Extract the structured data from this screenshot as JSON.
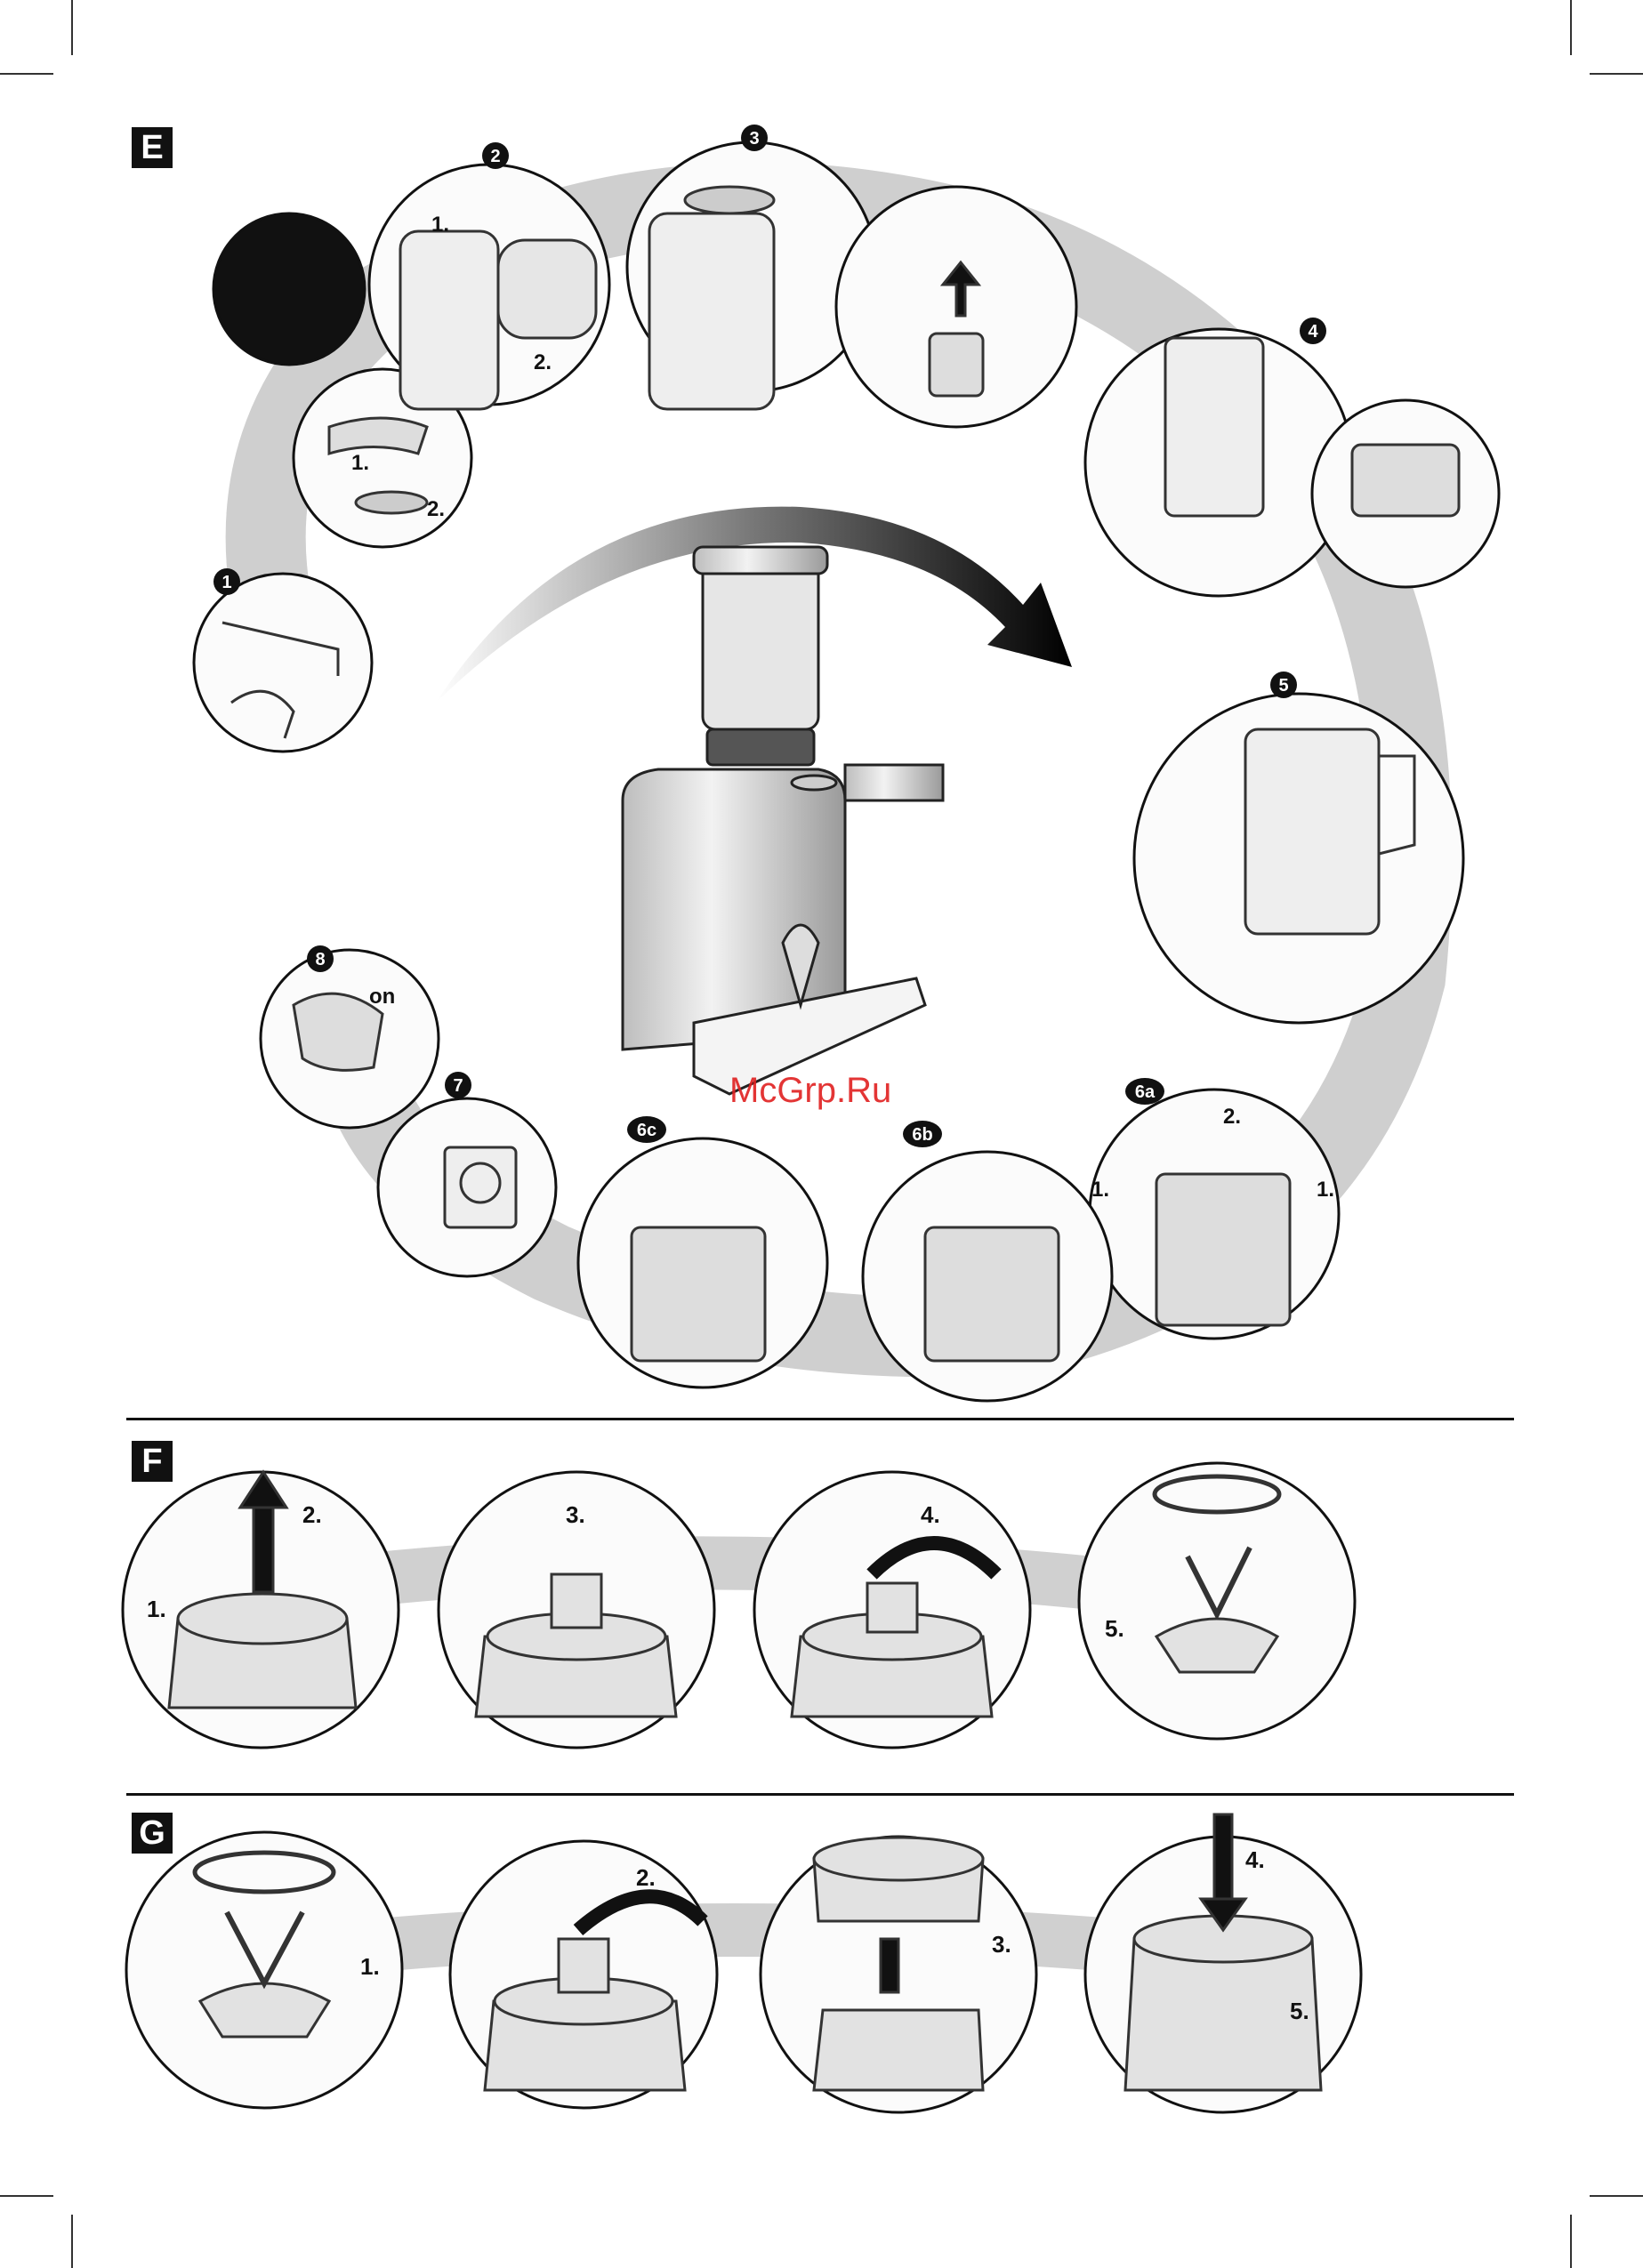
{
  "sections": {
    "E": {
      "letter": "E",
      "steps": [
        "1",
        "2",
        "3",
        "4",
        "5",
        "6a",
        "6b",
        "6c",
        "7",
        "8"
      ],
      "substep_labels": [
        "1.",
        "2.",
        "1.",
        "2.",
        "1.",
        "2.",
        "1."
      ],
      "switch_label": "on"
    },
    "F": {
      "letter": "F",
      "labels": [
        "1.",
        "2.",
        "3.",
        "4.",
        "5."
      ]
    },
    "G": {
      "letter": "G",
      "labels": [
        "1.",
        "2.",
        "3.",
        "4.",
        "5."
      ]
    }
  },
  "watermark": "McGrp.Ru",
  "colors": {
    "ink": "#111111",
    "shadow_band": "#c8c8c8",
    "watermark": "#e02020"
  }
}
